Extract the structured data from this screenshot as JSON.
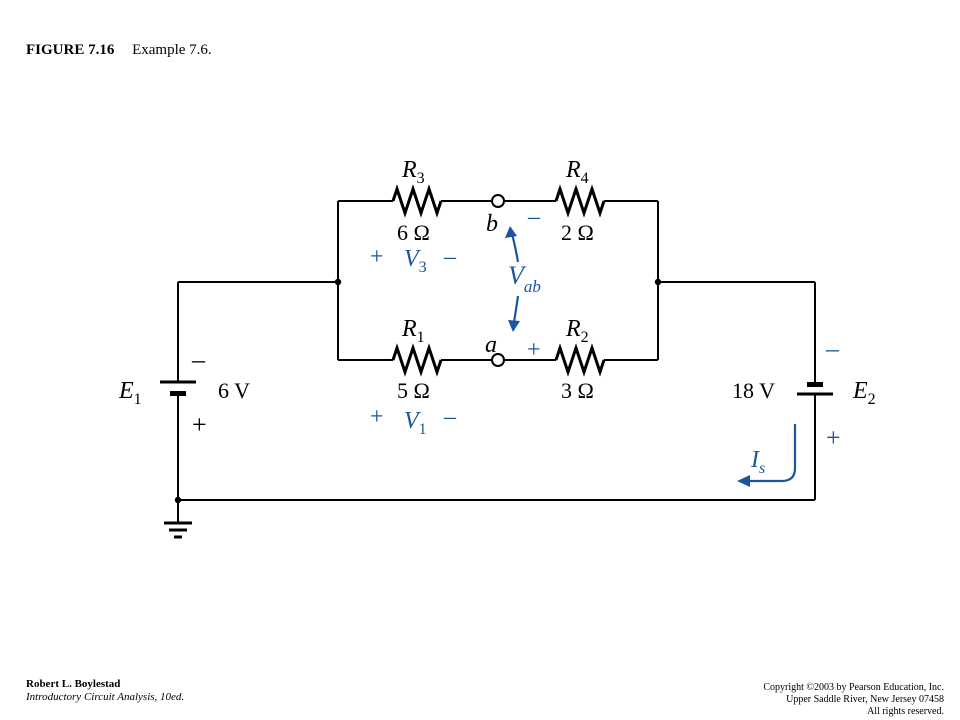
{
  "caption": {
    "figure_number": "FIGURE 7.16",
    "title": "Example 7.6."
  },
  "footer": {
    "author": "Robert L. Boylestad",
    "book": "Introductory Circuit Analysis, 10ed.",
    "copyright_line1": "Copyright ©2003 by Pearson Education, Inc.",
    "copyright_line2": "Upper Saddle River, New Jersey 07458",
    "copyright_line3": "All rights reserved."
  },
  "circuit": {
    "R3": {
      "label": "R",
      "sub": "3",
      "value": "6 Ω"
    },
    "R4": {
      "label": "R",
      "sub": "4",
      "value": "2 Ω"
    },
    "R1": {
      "label": "R",
      "sub": "1",
      "value": "5 Ω"
    },
    "R2": {
      "label": "R",
      "sub": "2",
      "value": "3 Ω"
    },
    "E1": {
      "label": "E",
      "sub": "1",
      "value": "6 V",
      "top_polarity": "–",
      "bottom_polarity": "+"
    },
    "E2": {
      "label": "E",
      "sub": "2",
      "value": "18 V",
      "top_polarity": "–",
      "bottom_polarity": "+"
    },
    "node_b": "b",
    "node_a": "a",
    "V3": {
      "label": "V",
      "sub": "3",
      "plus": "+",
      "minus": "–"
    },
    "V1": {
      "label": "V",
      "sub": "1",
      "plus": "+",
      "minus": "–"
    },
    "Vab": {
      "label": "V",
      "sub": "ab"
    },
    "R4_minus": "–",
    "R2_plus": "+",
    "Is": {
      "label": "I",
      "sub": "s"
    },
    "annotation_color": "#1a56a0"
  }
}
